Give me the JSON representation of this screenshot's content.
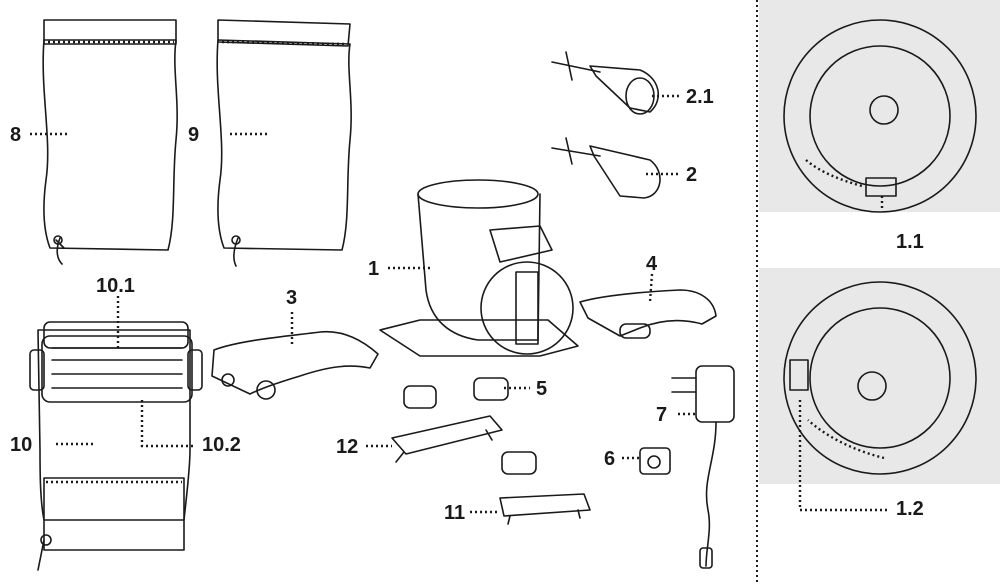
{
  "diagram": {
    "callouts": [
      {
        "id": "c8",
        "label": "8"
      },
      {
        "id": "c9",
        "label": "9"
      },
      {
        "id": "c10_1",
        "label": "10.1"
      },
      {
        "id": "c10",
        "label": "10"
      },
      {
        "id": "c10_2",
        "label": "10.2"
      },
      {
        "id": "c3",
        "label": "3"
      },
      {
        "id": "c1",
        "label": "1"
      },
      {
        "id": "c2_1",
        "label": "2.1"
      },
      {
        "id": "c2",
        "label": "2"
      },
      {
        "id": "c4",
        "label": "4"
      },
      {
        "id": "c5",
        "label": "5"
      },
      {
        "id": "c12",
        "label": "12"
      },
      {
        "id": "c7",
        "label": "7"
      },
      {
        "id": "c6",
        "label": "6"
      },
      {
        "id": "c11",
        "label": "11"
      },
      {
        "id": "c1_1",
        "label": "1.1"
      },
      {
        "id": "c1_2",
        "label": "1.2"
      }
    ],
    "colors": {
      "ink": "#1a1a1a",
      "bag_white": "#ffffff",
      "bag_grey": "#e6e6e6",
      "part_grey": "#d9d9d9",
      "dial_grey": "#8c8c8c",
      "dial_dark": "#6e6e6e",
      "photo_bg": "#e8e8e8"
    }
  }
}
